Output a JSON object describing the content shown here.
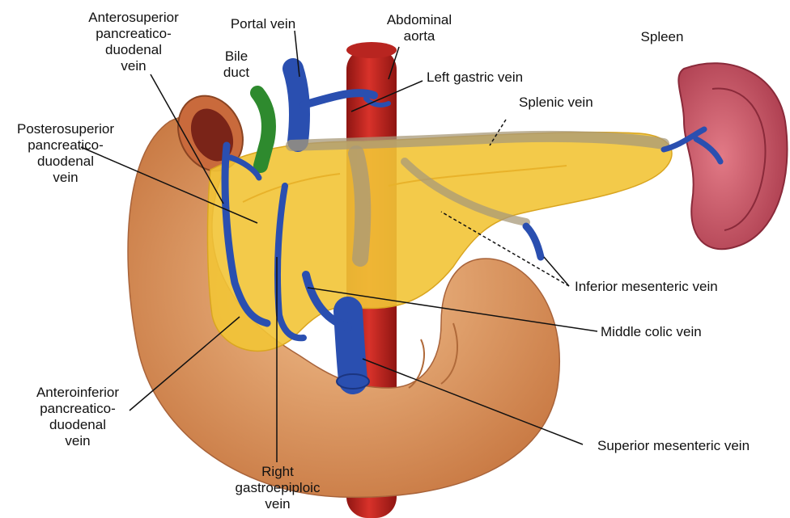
{
  "colors": {
    "aorta": "#c8231e",
    "vein": "#2a4fb0",
    "pancreas": "#f2c436",
    "duodenum": "#e0a06a",
    "spleen": "#c45060",
    "bile_duct": "#2e8a2e",
    "leader": "#111111"
  },
  "icons": [
    "aorta",
    "duodenum",
    "pancreas",
    "spleen",
    "portal-vein",
    "bile-duct",
    "splenic-vein",
    "superior-mesenteric-vein"
  ],
  "labels": {
    "anterosuperior": [
      "Anterosuperior",
      "pancreatico-",
      "duodenal",
      "vein"
    ],
    "portal_vein": "Portal vein",
    "abdominal_aorta": [
      "Abdominal",
      "aorta"
    ],
    "spleen": "Spleen",
    "bile_duct": [
      "Bile",
      "duct"
    ],
    "left_gastric_vein": "Left gastric vein",
    "splenic_vein": "Splenic vein",
    "posterosuperior": [
      "Posterosuperior",
      "pancreatico-",
      "duodenal",
      "vein"
    ],
    "inferior_mesenteric_vein": "Inferior mesenteric vein",
    "middle_colic_vein": "Middle colic vein",
    "anteroinferior": [
      "Anteroinferior",
      "pancreatico-",
      "duodenal",
      "vein"
    ],
    "right_gastroepiploic_vein": [
      "Right",
      "gastroepiploic",
      "vein"
    ],
    "superior_mesenteric_vein": "Superior mesenteric vein"
  }
}
